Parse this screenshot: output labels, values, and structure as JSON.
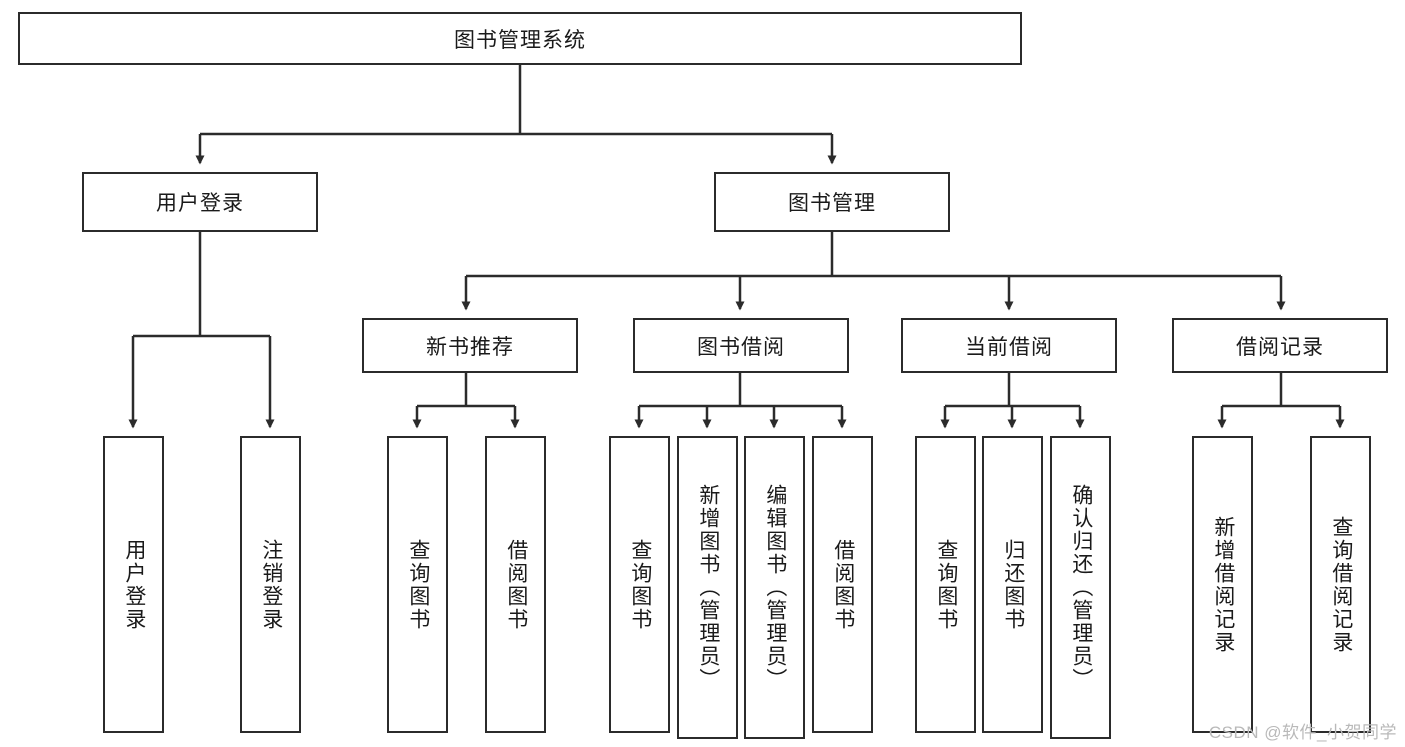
{
  "diagram": {
    "title": "图书管理系统",
    "watermark": "CSDN @软件_小贺同学",
    "line_color": "#2b2b2b",
    "text_color": "#1a1a1a",
    "background": "#ffffff",
    "root": {
      "label": "图书管理系统"
    },
    "level2": [
      {
        "label": "用户登录"
      },
      {
        "label": "图书管理"
      }
    ],
    "level3": [
      {
        "label": "新书推荐"
      },
      {
        "label": "图书借阅"
      },
      {
        "label": "当前借阅"
      },
      {
        "label": "借阅记录"
      }
    ],
    "leaves": {
      "user_login": [
        {
          "label": "用户登录"
        },
        {
          "label": "注销登录"
        }
      ],
      "new_book_recommend": [
        {
          "label": "查询图书"
        },
        {
          "label": "借阅图书"
        }
      ],
      "book_borrow": [
        {
          "label": "查询图书"
        },
        {
          "label": "新增图书（管理员）"
        },
        {
          "label": "编辑图书（管理员）"
        },
        {
          "label": "借阅图书"
        }
      ],
      "current_borrow": [
        {
          "label": "查询图书"
        },
        {
          "label": "归还图书"
        },
        {
          "label": "确认归还（管理员）"
        }
      ],
      "borrow_record": [
        {
          "label": "新增借阅记录"
        },
        {
          "label": "查询借阅记录"
        }
      ]
    }
  }
}
